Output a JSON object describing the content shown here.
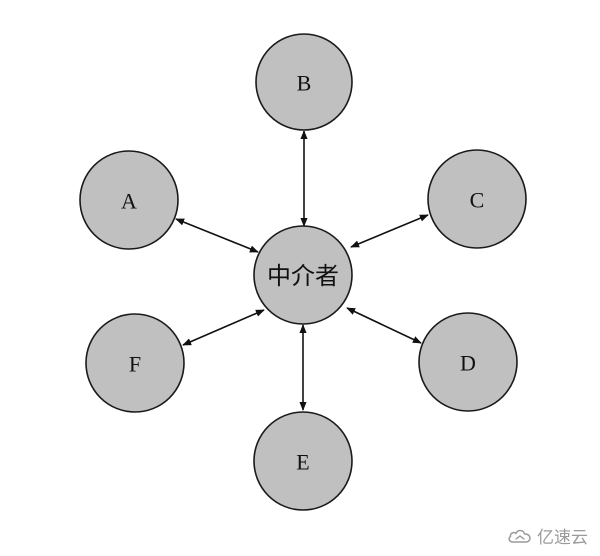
{
  "diagram": {
    "center": {
      "label": "中介者"
    },
    "nodes": [
      {
        "id": "A",
        "label": "A"
      },
      {
        "id": "B",
        "label": "B"
      },
      {
        "id": "C",
        "label": "C"
      },
      {
        "id": "D",
        "label": "D"
      },
      {
        "id": "E",
        "label": "E"
      },
      {
        "id": "F",
        "label": "F"
      }
    ]
  },
  "watermark": {
    "text": "亿速云",
    "icon": "cloud-icon"
  },
  "colors": {
    "node_fill": "#c0c0c0",
    "stroke": "#111111",
    "watermark": "#9a9a9a"
  }
}
